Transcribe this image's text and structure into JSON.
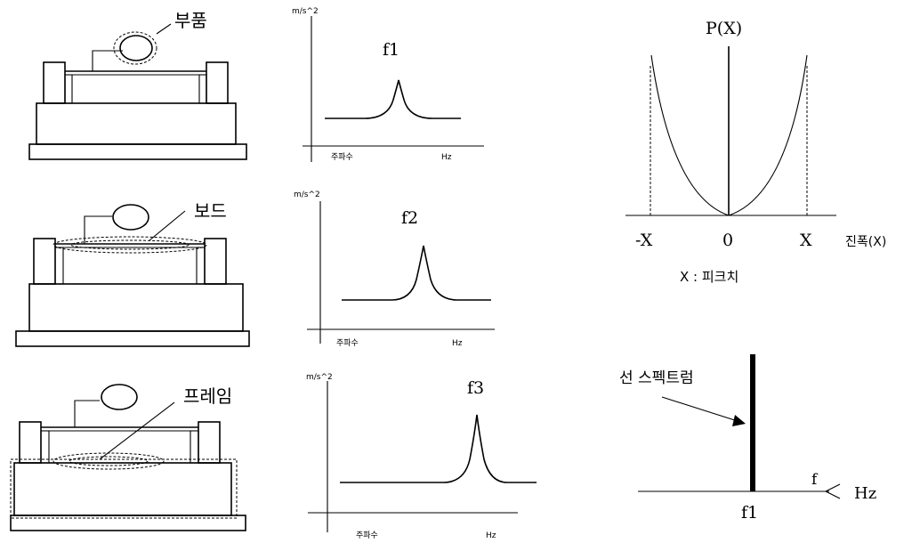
{
  "labels": {
    "component": "부품",
    "board": "보드",
    "frame": "프레임"
  },
  "spectra": [
    {
      "peak": "f1",
      "ylabel": "m/s^2",
      "xlabel": "주파수",
      "unit": "Hz"
    },
    {
      "peak": "f2",
      "ylabel": "m/s^2",
      "xlabel": "주파수",
      "unit": "Hz"
    },
    {
      "peak": "f3",
      "ylabel": "m/s^2",
      "xlabel": "주파수",
      "unit": "Hz"
    }
  ],
  "distribution": {
    "ylabel": "P(X)",
    "neg_x": "-X",
    "zero": "0",
    "pos_x": "X",
    "xlabel": "진폭(X)",
    "note": "X : 피크치"
  },
  "line_spectrum": {
    "label": "선 스펙트럼",
    "f_axis": "f",
    "unit": "Hz",
    "peak": "f1"
  }
}
